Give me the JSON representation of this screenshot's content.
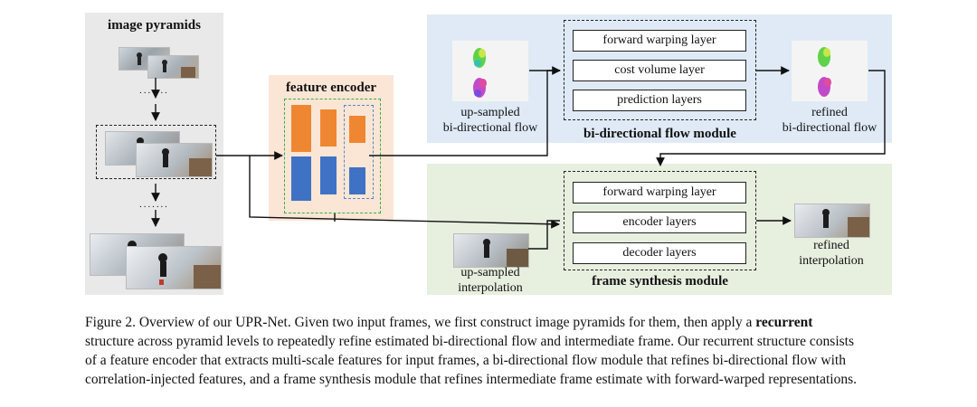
{
  "pyramid": {
    "title": "image pyramids",
    "dots_top": "·······",
    "dots_bottom": "·······"
  },
  "encoder": {
    "title": "feature encoder"
  },
  "flow_module": {
    "title": "bi-directional flow module",
    "layers": [
      "forward warping layer",
      "cost volume layer",
      "prediction layers"
    ],
    "input_label_1": "up-sampled",
    "input_label_2": "bi-directional flow",
    "output_label_1": "refined",
    "output_label_2": "bi-directional flow"
  },
  "synthesis_module": {
    "title": "frame synthesis module",
    "layers": [
      "forward warping layer",
      "encoder layers",
      "decoder layers"
    ],
    "input_label_1": "up-sampled",
    "input_label_2": "interpolation",
    "output_label_1": "refined",
    "output_label_2": "interpolation"
  },
  "caption": {
    "line1_a": "Figure 2.  Overview of our UPR-Net.  Given two input frames, we first construct image pyramids for them, then apply a ",
    "line1_bold": "recurrent",
    "line2": "structure across pyramid levels to repeatedly refine estimated bi-directional flow and intermediate frame. Our recurrent structure consists",
    "line3": "of a feature encoder that extracts multi-scale features for input frames, a bi-directional flow module that refines bi-directional flow with",
    "line4": "correlation-injected features, and a frame synthesis module that refines intermediate frame estimate with forward-warped representations."
  },
  "colors": {
    "orange": "#ef8732",
    "blue": "#3f72c4",
    "green_dash": "#3dae3d",
    "blue_dash": "#5a86c9",
    "panel_gray": "#e9e9e9",
    "panel_peach": "#fbe6d6",
    "panel_blue": "#dfeaf6",
    "panel_green": "#e7efdf"
  }
}
